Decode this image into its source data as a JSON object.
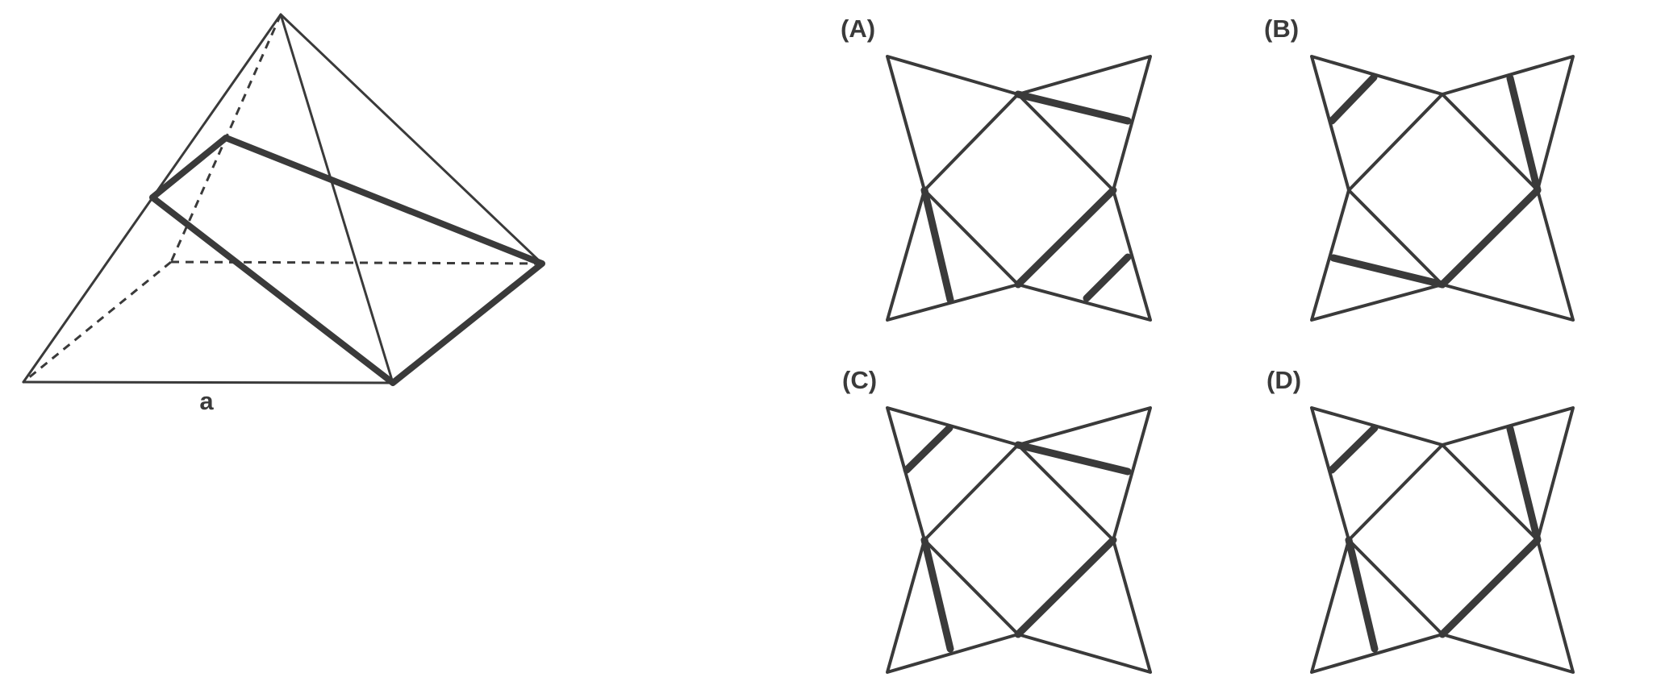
{
  "pyramid": {
    "edge_label": "a"
  },
  "options": [
    {
      "label": "(A)",
      "thick_segments": [
        "UR-upper",
        "L-lower",
        "square-SE",
        "RL-lower"
      ]
    },
    {
      "label": "(B)",
      "thick_segments": [
        "UL-upper",
        "UR-upper",
        "LL-lower",
        "square-SE"
      ]
    },
    {
      "label": "(C)",
      "thick_segments": [
        "UL-upper",
        "UR-upper",
        "L-lower",
        "square-SE"
      ]
    },
    {
      "label": "(D)",
      "thick_segments": [
        "UL-upper",
        "UR-upper",
        "L-lower",
        "square-SE"
      ]
    }
  ]
}
